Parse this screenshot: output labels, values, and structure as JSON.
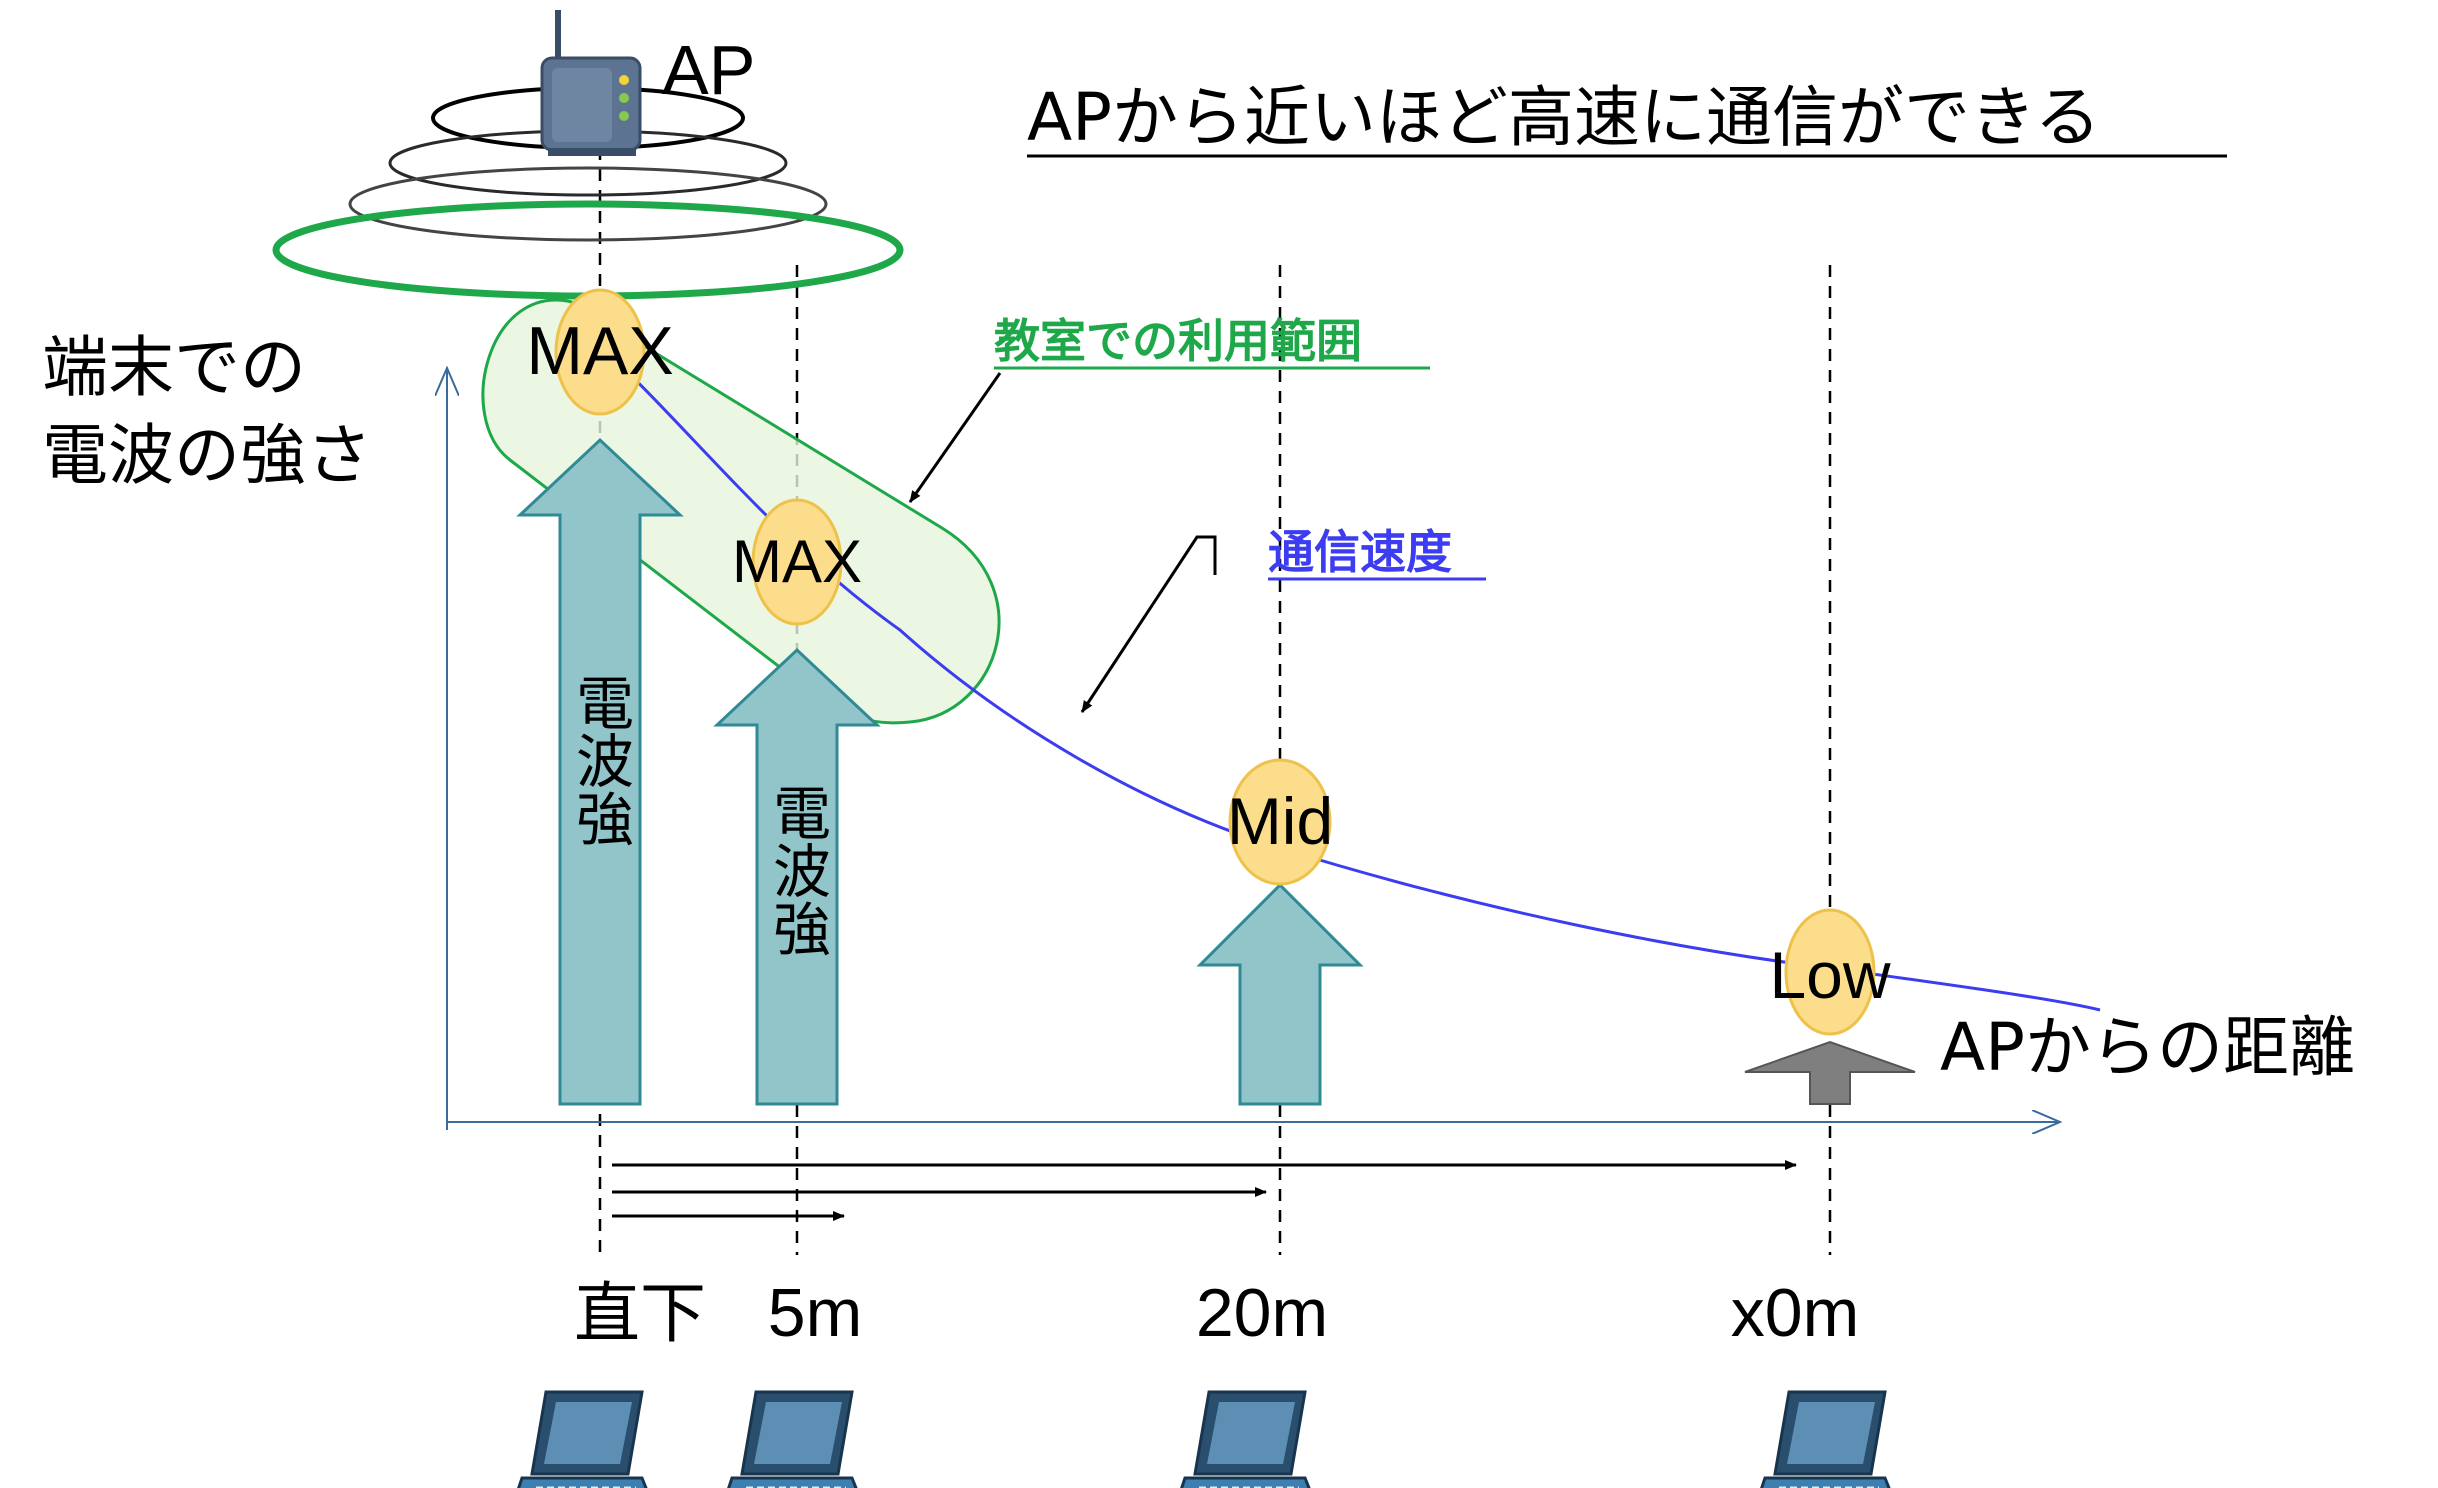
{
  "title": "APから近いほど高速に通信ができる",
  "ap_label": "AP",
  "y_axis_label_line1": "端末での",
  "y_axis_label_line2": "電波の強さ",
  "x_axis_label": "APからの距離",
  "callouts": {
    "classroom_range": "教室での利用範囲",
    "speed": "通信速度"
  },
  "arrow_label": "電波強",
  "points": [
    {
      "distance": "直下",
      "speed": "MAX"
    },
    {
      "distance": "5m",
      "speed": "MAX"
    },
    {
      "distance": "20m",
      "speed": "Mid"
    },
    {
      "distance": "x0m",
      "speed": "Low"
    }
  ],
  "colors": {
    "arrow_fill": "#92c5ca",
    "arrow_stroke": "#2f8a95",
    "weak_arrow_fill": "#808080",
    "range_green": "#1fa84a",
    "range_fill": "#e6f5dc",
    "speed_line": "#3c3cf0",
    "node_fill": "#fbdd8c",
    "node_stroke": "#eec24a",
    "axis": "#3b6a9e",
    "laptop_screen": "#2a4f6e",
    "laptop_body": "#3d7fb0"
  }
}
